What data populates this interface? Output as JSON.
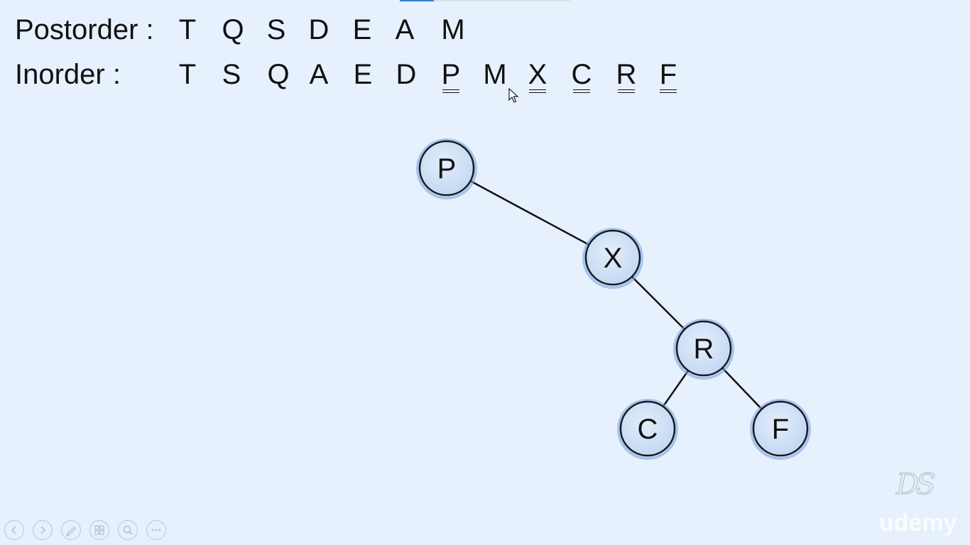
{
  "postorder": {
    "label": "Postorder :",
    "letters": [
      "T",
      "Q",
      "S",
      "D",
      "E",
      "A",
      "M"
    ]
  },
  "inorder": {
    "label": "Inorder :",
    "letters": [
      "T",
      "S",
      "Q",
      "A",
      "E",
      "D",
      "P",
      "M",
      "X",
      "C",
      "R",
      "F"
    ],
    "marked": [
      false,
      false,
      false,
      false,
      false,
      false,
      true,
      false,
      true,
      true,
      true,
      true
    ]
  },
  "tree": {
    "nodes": [
      {
        "id": "P",
        "label": "P"
      },
      {
        "id": "X",
        "label": "X"
      },
      {
        "id": "R",
        "label": "R"
      },
      {
        "id": "C",
        "label": "C"
      },
      {
        "id": "F",
        "label": "F"
      }
    ],
    "edges": [
      [
        "P",
        "X"
      ],
      [
        "X",
        "R"
      ],
      [
        "R",
        "C"
      ],
      [
        "R",
        "F"
      ]
    ]
  },
  "watermark": {
    "logo": "DS",
    "brand": "udemy"
  },
  "player_controls": [
    {
      "name": "previous-slide",
      "icon": "chevron-left-icon"
    },
    {
      "name": "next-slide",
      "icon": "chevron-right-icon"
    },
    {
      "name": "pen",
      "icon": "pen-icon"
    },
    {
      "name": "slide-sorter",
      "icon": "grid-icon"
    },
    {
      "name": "zoom",
      "icon": "magnifier-icon"
    },
    {
      "name": "more",
      "icon": "more-icon"
    }
  ],
  "colors": {
    "background": "#e6f1fd",
    "node_fill": "#c9ddf5",
    "node_stroke": "#1a1a1a",
    "node_glow": "#7aa6e8"
  }
}
